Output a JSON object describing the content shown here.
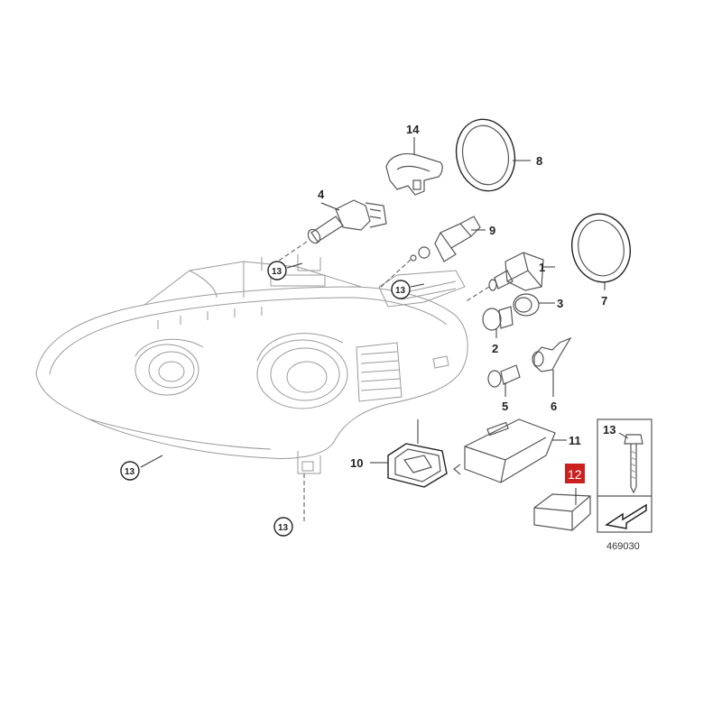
{
  "callouts": {
    "c1": "1",
    "c2": "2",
    "c3": "3",
    "c4": "4",
    "c5": "5",
    "c6": "6",
    "c7": "7",
    "c8": "8",
    "c9": "9",
    "c10": "10",
    "c11": "11",
    "c12": "12",
    "c13": "13",
    "c14": "14"
  },
  "circled": {
    "a": "13",
    "b": "13",
    "c": "13",
    "d": "13"
  },
  "reference_number": "469030",
  "colors": {
    "highlight": "#cc1f1f",
    "line": "#333333",
    "light_line": "#9a9a9a"
  },
  "icons": {
    "fastener_arrow": "arrow-icon"
  }
}
